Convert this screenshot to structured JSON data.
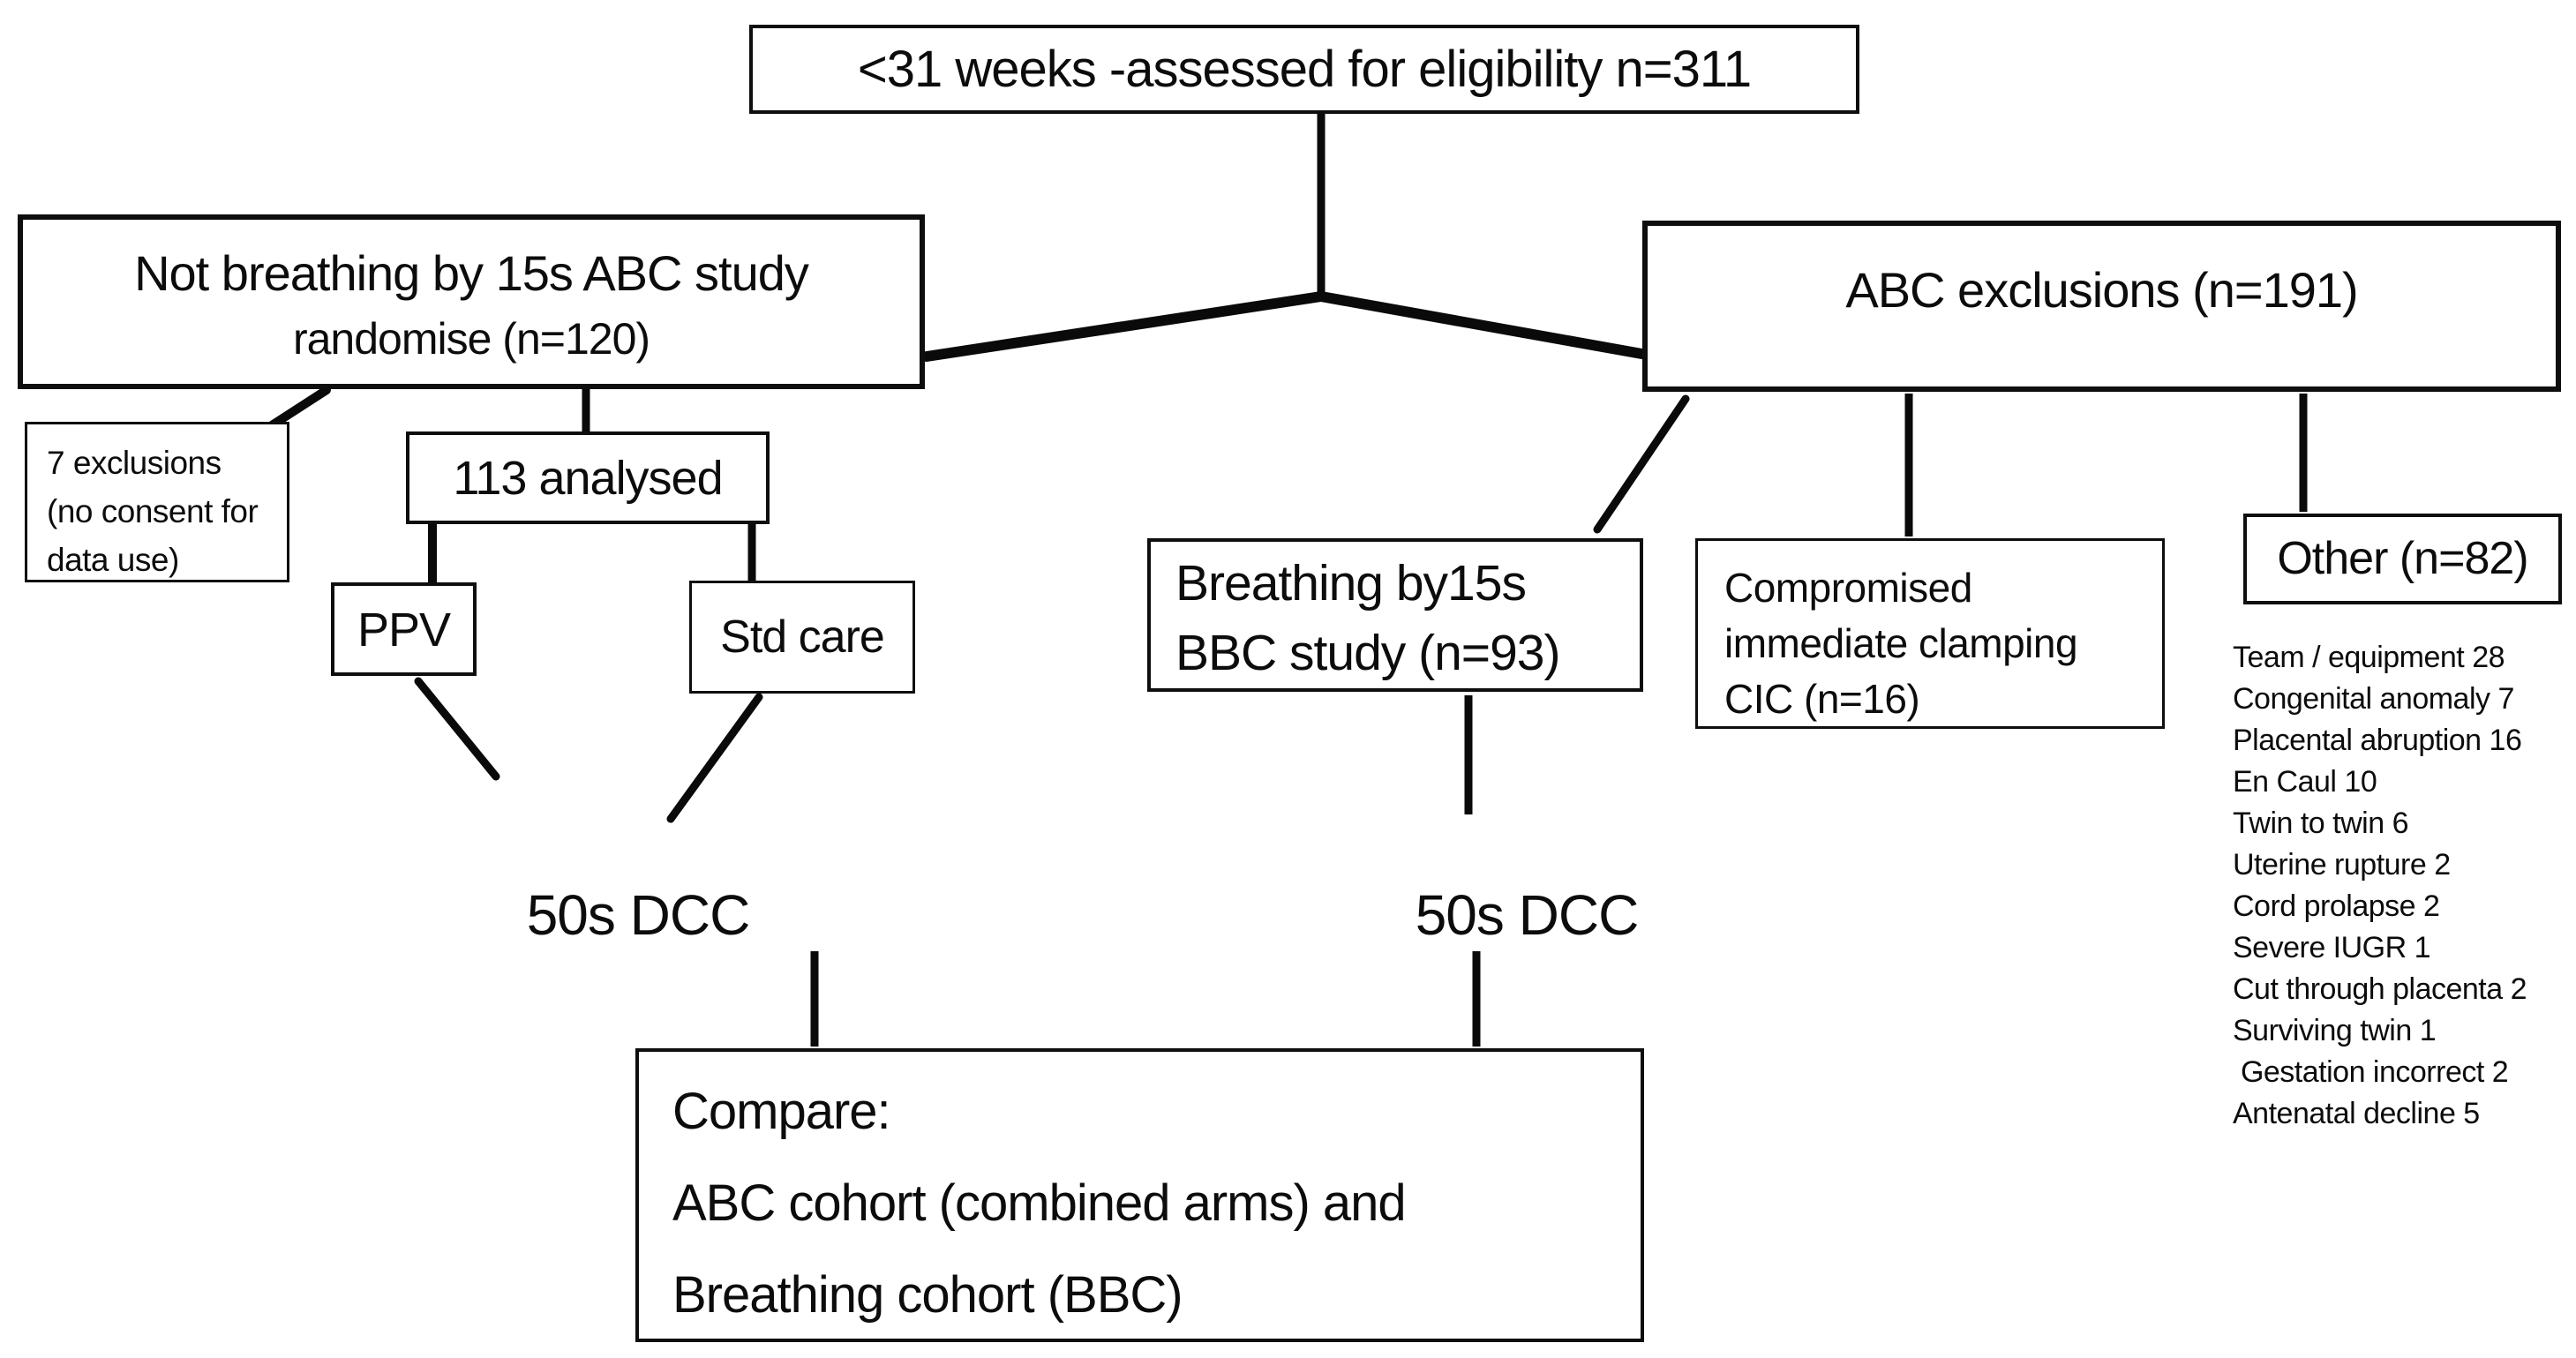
{
  "figure": {
    "eligibility": "<31 weeks -assessed for eligibility n=311",
    "abc": {
      "line1": "Not breathing by 15s ABC study",
      "line2": "randomise (n=120)"
    },
    "abc_exclusions": "ABC exclusions (n=191)",
    "consent_exclusions": {
      "line1": "7 exclusions",
      "line2": "(no consent for",
      "line3": "data use)"
    },
    "analysed": "113 analysed",
    "ppv": "PPV",
    "std_care": "Std care",
    "dcc_left": "50s DCC",
    "dcc_right": "50s DCC",
    "breathing": {
      "line1": "Breathing by15s",
      "line2": "BBC study (n=93)"
    },
    "cic": {
      "line1": "Compromised",
      "line2": "immediate clamping",
      "line3": "CIC (n=16)"
    },
    "other": "Other (n=82)",
    "other_reasons": [
      "Team / equipment 28",
      "Congenital anomaly 7",
      "Placental abruption 16",
      "En Caul 10",
      "Twin to twin 6",
      "Uterine rupture 2",
      "Cord prolapse 2",
      "Severe IUGR 1",
      "Cut through placenta 2",
      "Surviving twin 1",
      " Gestation incorrect 2",
      "Antenatal decline 5"
    ],
    "compare": {
      "line1": "Compare:",
      "line2": "ABC cohort (combined arms) and",
      "line3": "Breathing cohort (BBC)"
    }
  }
}
